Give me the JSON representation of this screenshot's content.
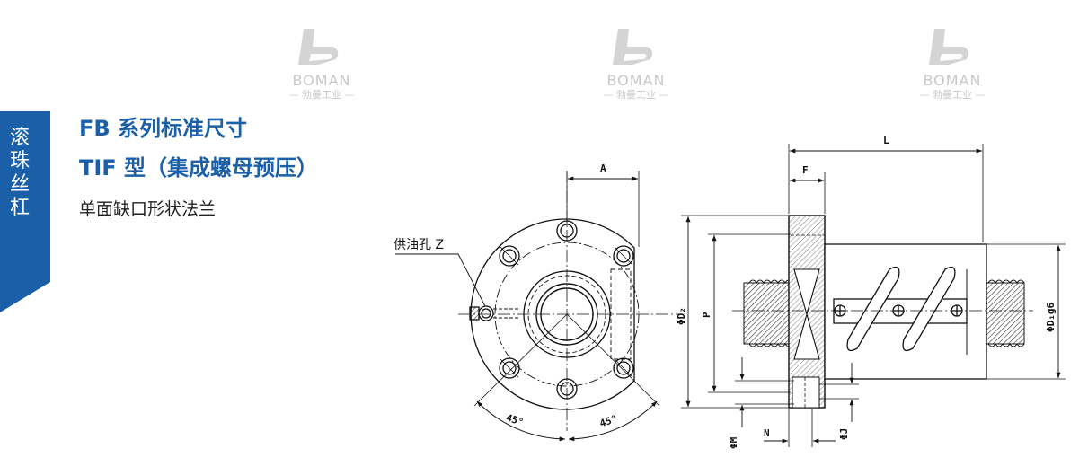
{
  "sidebar": {
    "label_chars": [
      "滚",
      "珠",
      "丝",
      "杠"
    ],
    "color": "#1a5fa8"
  },
  "header": {
    "title_line1": "FB 系列标准尺寸",
    "title_line2": "TIF 型（集成螺母预压）",
    "subtitle": "单面缺口形状法兰",
    "title_color": "#1a5fa8"
  },
  "watermark": {
    "brand": "BOMAN",
    "tagline": "— 勃曼工业 —",
    "count": 3
  },
  "drawing": {
    "front_view": {
      "hole_label": "供油孔 Z",
      "dim_A": "A",
      "angle_left": "45°",
      "angle_right": "45°"
    },
    "side_view": {
      "dim_L": "L",
      "dim_F": "F",
      "dim_D2": "ΦD₂",
      "dim_P": "P",
      "dim_D1": "ΦD₁g6",
      "dim_M": "ΦM",
      "dim_N": "N",
      "dim_J": "ΦJ"
    }
  }
}
